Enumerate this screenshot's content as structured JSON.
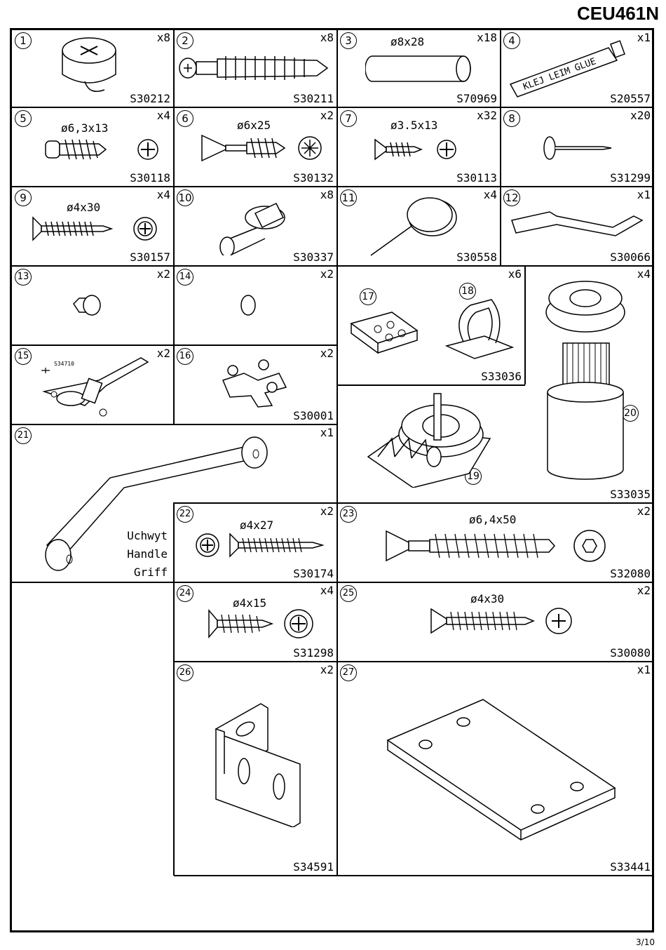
{
  "header": {
    "model": "CEU461N",
    "page": "3/10"
  },
  "parts": [
    {
      "num": "1",
      "qty": "x8",
      "code": "S30212"
    },
    {
      "num": "2",
      "qty": "x8",
      "code": "S30211"
    },
    {
      "num": "3",
      "qty": "x18",
      "code": "S70969",
      "dim": "ø8x28"
    },
    {
      "num": "4",
      "qty": "x1",
      "code": "S20557",
      "tube_text": "KLEJ LEIM GLUE"
    },
    {
      "num": "5",
      "qty": "x4",
      "code": "S30118",
      "dim": "ø6,3x13"
    },
    {
      "num": "6",
      "qty": "x2",
      "code": "S30132",
      "dim": "ø6x25"
    },
    {
      "num": "7",
      "qty": "x32",
      "code": "S30113",
      "dim": "ø3.5x13"
    },
    {
      "num": "8",
      "qty": "x20",
      "code": "S31299"
    },
    {
      "num": "9",
      "qty": "x4",
      "code": "S30157",
      "dim": "ø4x30"
    },
    {
      "num": "10",
      "qty": "x8",
      "code": "S30337"
    },
    {
      "num": "11",
      "qty": "x4",
      "code": "S30558"
    },
    {
      "num": "12",
      "qty": "x1",
      "code": "S30066"
    },
    {
      "num": "13",
      "qty": "x2"
    },
    {
      "num": "14",
      "qty": "x2"
    },
    {
      "num": "15",
      "qty": "x2",
      "mini": "S34710"
    },
    {
      "num": "16",
      "qty": "x2",
      "code": "S30001"
    },
    {
      "num": "17"
    },
    {
      "num": "18",
      "qty": "x6",
      "code": "S33036"
    },
    {
      "num": "19"
    },
    {
      "num": "20",
      "qty": "x4",
      "code": "S33035"
    },
    {
      "num": "21",
      "qty": "x1",
      "label": [
        "Uchwyt",
        "Handle",
        "Griff"
      ]
    },
    {
      "num": "22",
      "qty": "x2",
      "code": "S30174",
      "dim": "ø4x27"
    },
    {
      "num": "23",
      "qty": "x2",
      "code": "S32080",
      "dim": "ø6,4x50"
    },
    {
      "num": "24",
      "qty": "x4",
      "code": "S31298",
      "dim": "ø4x15"
    },
    {
      "num": "25",
      "qty": "x2",
      "code": "S30080",
      "dim": "ø4x30"
    },
    {
      "num": "26",
      "qty": "x2",
      "code": "S34591"
    },
    {
      "num": "27",
      "qty": "x1",
      "code": "S33441"
    }
  ]
}
